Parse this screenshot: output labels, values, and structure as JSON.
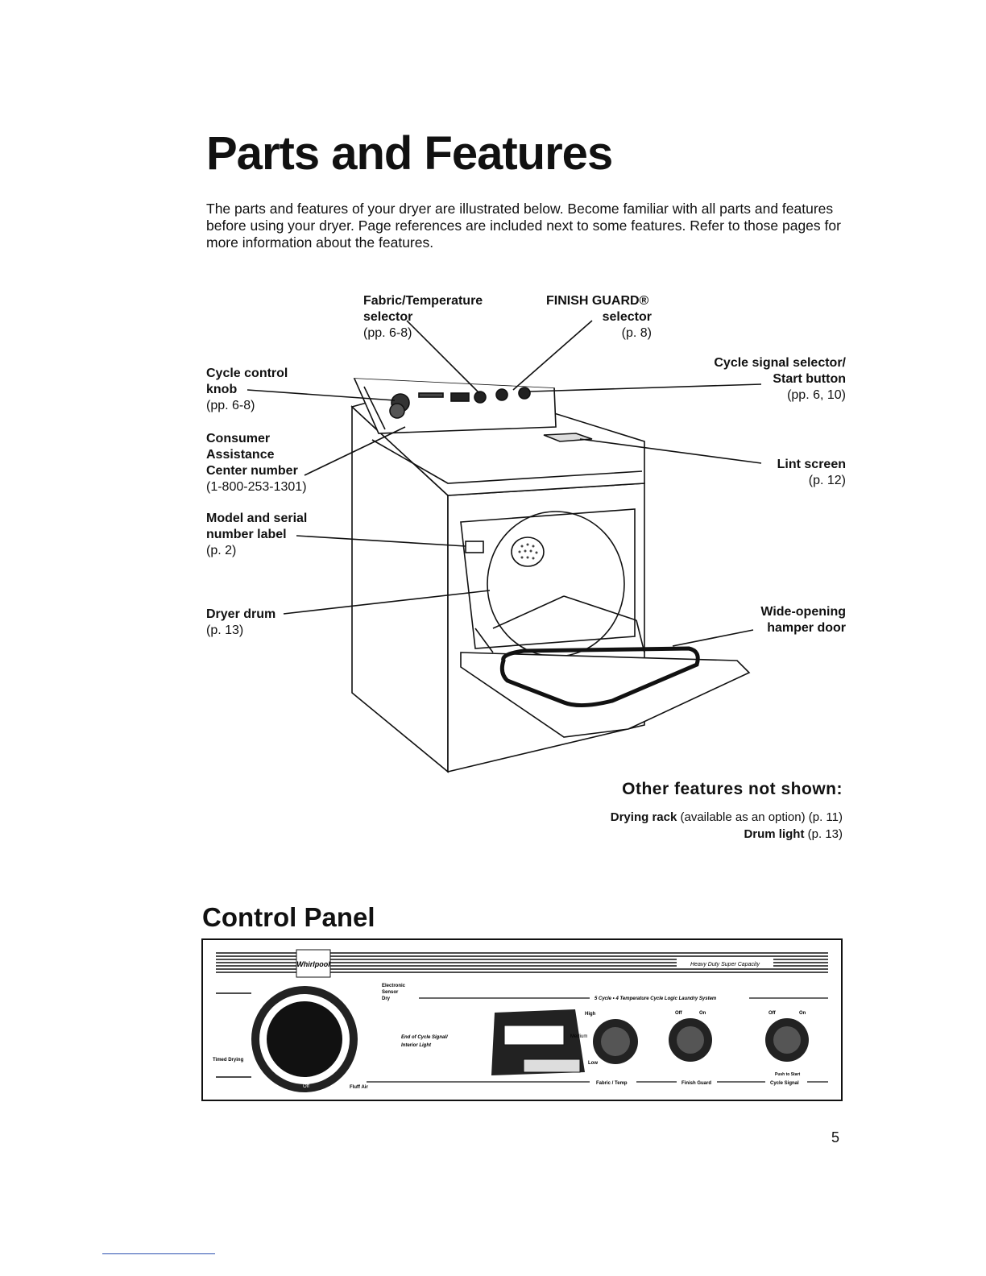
{
  "title": "Parts and Features",
  "intro": "The parts and features of your dryer are illustrated below. Become familiar with all parts and features before using your dryer. Page references are included next to some features. Refer to those pages for more information about the features.",
  "callouts": {
    "fabric_temp": {
      "name1": "Fabric/Temperature",
      "name2": "selector",
      "ref": "(pp. 6-8)"
    },
    "finish_guard": {
      "name1": "FINISH GUARD®",
      "name2": "selector",
      "ref": "(p. 8)"
    },
    "cycle_signal": {
      "name1": "Cycle signal selector/",
      "name2": "Start button",
      "ref": "(pp. 6, 10)"
    },
    "cycle_control": {
      "name1": "Cycle control",
      "name2": "knob",
      "ref": "(pp. 6-8)"
    },
    "consumer": {
      "name1": "Consumer",
      "name2": "Assistance",
      "name3": "Center number",
      "ref": "(1-800-253-1301)"
    },
    "lint": {
      "name": "Lint screen",
      "ref": "(p. 12)"
    },
    "model": {
      "name1": "Model and serial",
      "name2": "number label",
      "ref": "(p. 2)"
    },
    "drum": {
      "name": "Dryer drum",
      "ref": "(p. 13)"
    },
    "hamper": {
      "name1": "Wide-opening",
      "name2": "hamper door"
    }
  },
  "other_features": {
    "heading": "Other features not shown:",
    "items": [
      {
        "name": "Drying rack",
        "detail": "(available as an option) (p. 11)"
      },
      {
        "name": "Drum light",
        "detail": "(p. 13)"
      }
    ]
  },
  "control_panel": {
    "title": "Control Panel",
    "brand": "Whirlpool",
    "capacity_text": "Heavy Duty Super Capacity",
    "cycle_logic_text": "5 Cycle • 4 Temperature Cycle Logic Laundry System",
    "timed_drying": "Timed Drying",
    "electronic_sensor_dry": [
      "Electronic",
      "Sensor",
      "Dry"
    ],
    "end_of_cycle": [
      "End of Cycle Signal/",
      "Interior Light"
    ],
    "knob_labels": [
      "Fabric / Temp",
      "Finish Guard",
      "Cycle Signal"
    ],
    "push_to_start": "Push to Start",
    "off_label": "Off",
    "on_label": "On",
    "high_label": "High",
    "low_label": "Low",
    "medium_label": "Medium",
    "air_fluff": "Fluff Air"
  },
  "page_number": "5"
}
